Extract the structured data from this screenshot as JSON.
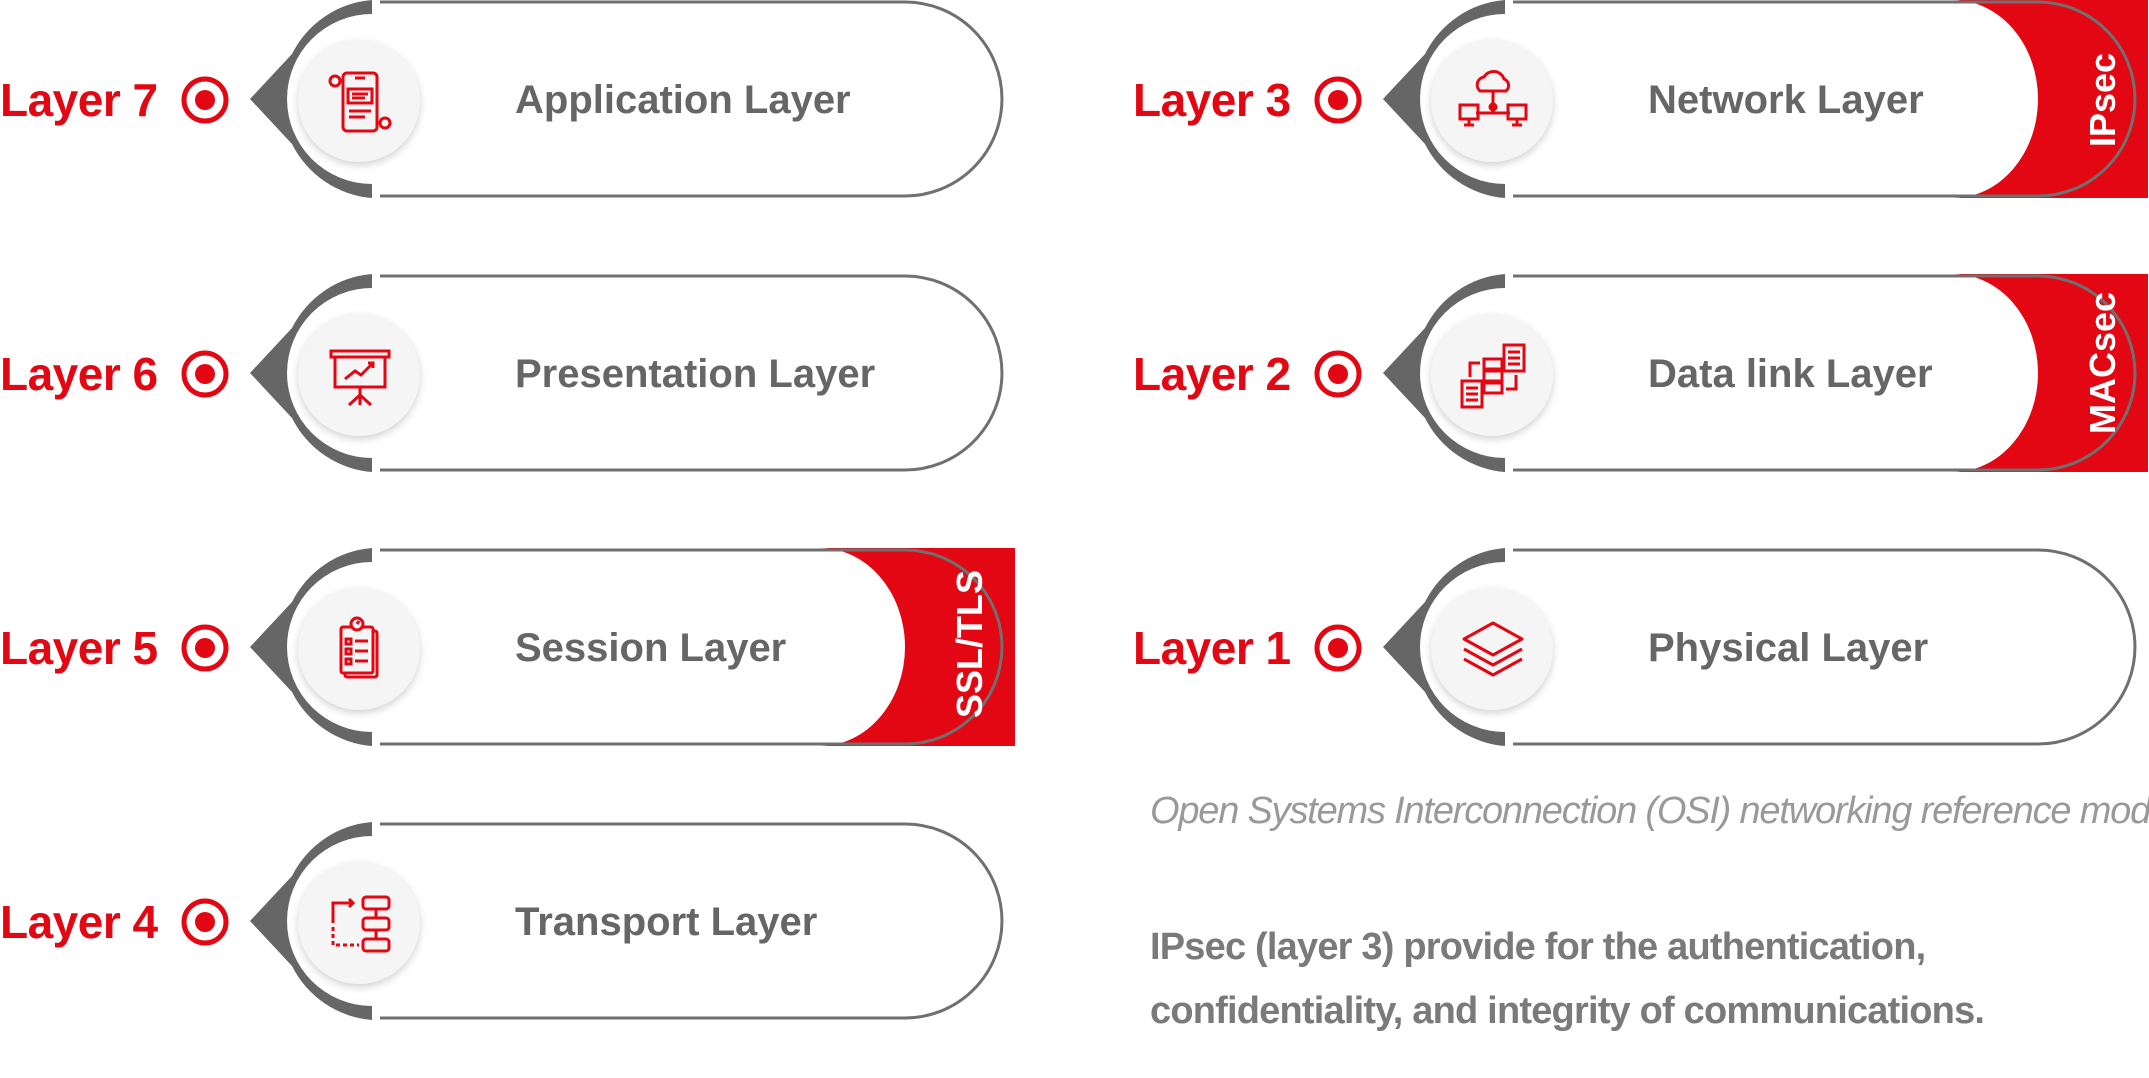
{
  "colors": {
    "accent": "#e30613",
    "dark_gray": "#666666",
    "text_gray": "#7a7a7a",
    "light_gray": "#999999"
  },
  "layers": [
    {
      "label": "Layer 7",
      "name": "Application Layer",
      "icon": "application-gear-icon"
    },
    {
      "label": "Layer 6",
      "name": "Presentation Layer",
      "icon": "presentation-board-icon"
    },
    {
      "label": "Layer 5",
      "name": "Session Layer",
      "icon": "session-clipboard-icon",
      "protocol": "SSL/TLS"
    },
    {
      "label": "Layer 4",
      "name": "Transport Layer",
      "icon": "transport-flow-icon"
    },
    {
      "label": "Layer 3",
      "name": "Network Layer",
      "icon": "network-cloud-icon",
      "protocol": "IPsec"
    },
    {
      "label": "Layer 2",
      "name": "Data link Layer",
      "icon": "data-link-icon",
      "protocol": "MACsec"
    },
    {
      "label": "Layer 1",
      "name": "Physical Layer",
      "icon": "physical-stack-icon"
    }
  ],
  "caption": "Open Systems Interconnection (OSI) networking reference model",
  "description": {
    "line1": "IPsec (layer 3) provide for the authentication,",
    "line2": "confidentiality, and integrity of communications."
  }
}
